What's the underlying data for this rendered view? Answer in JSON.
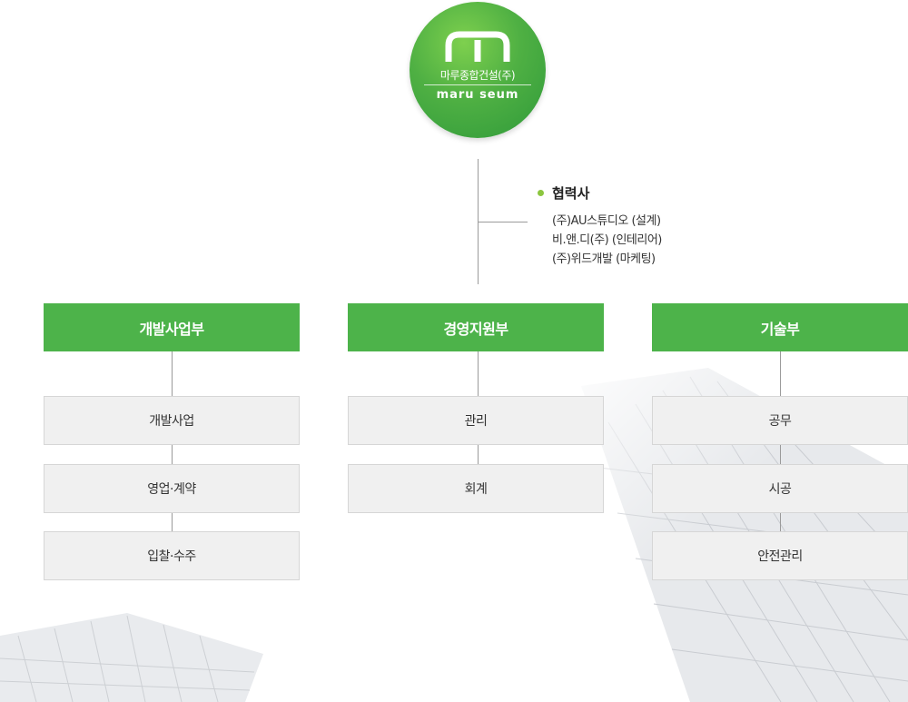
{
  "logo": {
    "company_kr": "마루종합건설(주)",
    "company_en": "maru seum"
  },
  "partners": {
    "title": "협력사",
    "items": [
      "(주)AU스튜디오 (설계)",
      "비.앤.디(주) (인테리어)",
      "(주)위드개발 (마케팅)"
    ]
  },
  "departments": [
    {
      "name": "개발사업부",
      "subs": [
        "개발사업",
        "영업·계약",
        "입찰·수주"
      ]
    },
    {
      "name": "경영지원부",
      "subs": [
        "관리",
        "회계"
      ]
    },
    {
      "name": "기술부",
      "subs": [
        "공무",
        "시공",
        "안전관리"
      ]
    }
  ],
  "colors": {
    "header_green": "#4db34a",
    "bullet_green": "#8cc63f",
    "sub_box_bg": "#f0f0f0"
  }
}
